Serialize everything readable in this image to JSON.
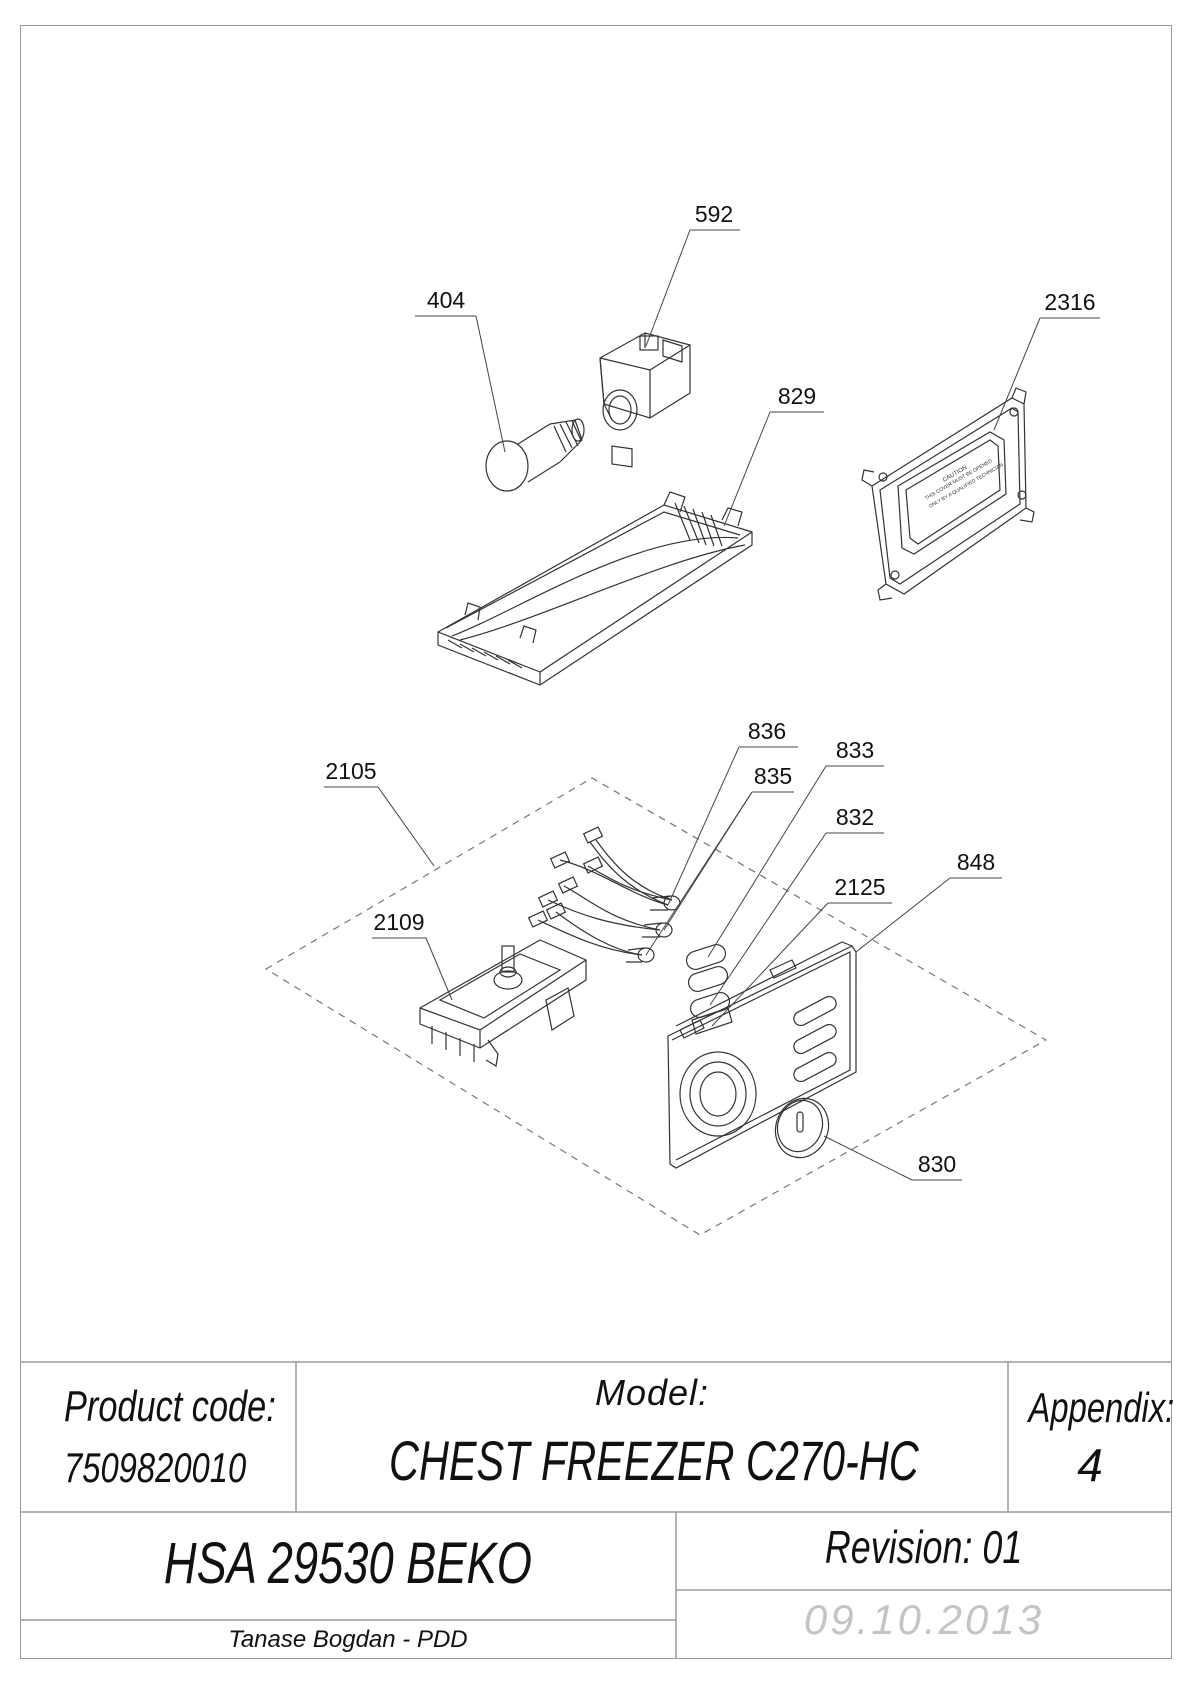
{
  "callouts": {
    "c592": "592",
    "c404": "404",
    "c2316": "2316",
    "c829": "829",
    "c836": "836",
    "c833": "833",
    "c2105": "2105",
    "c835": "835",
    "c832": "832",
    "c848": "848",
    "c2125": "2125",
    "c2109": "2109",
    "c830": "830"
  },
  "title_block": {
    "product_code_label": "Product code:",
    "product_code_value": "7509820010",
    "model_label": "Model:",
    "model_value": "CHEST FREEZER C270-HC",
    "appendix_label": "Appendix:",
    "appendix_value": "4",
    "product_name": "HSA 29530 BEKO",
    "revision": "Revision: 01",
    "date": "09.10.2013",
    "author": "Tanase Bogdan - PDD"
  },
  "lamp_cover_text": {
    "caution": "CAUTION",
    "line1": "THIS COVER MUST BE OPENED",
    "line2": "ONLY BY A QUALIFIED TECHNICIAN"
  }
}
